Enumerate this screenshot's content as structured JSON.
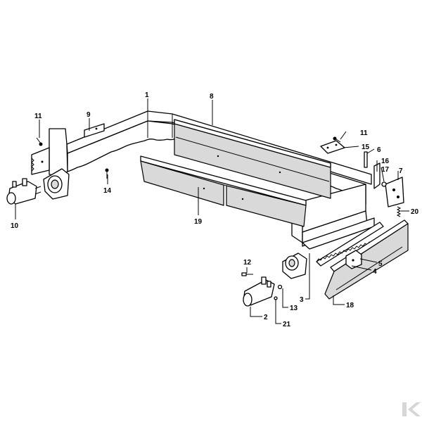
{
  "diagram": {
    "part_numbers": {
      "p1": "1",
      "p2": "2",
      "p3": "3",
      "p4": "4",
      "p5": "5",
      "p6": "6",
      "p7": "7",
      "p8": "8",
      "p9": "9",
      "p10": "10",
      "p11a": "11",
      "p11b": "11",
      "p12": "12",
      "p13": "13",
      "p14": "14",
      "p15": "15",
      "p16": "16",
      "p17": "17",
      "p18": "18",
      "p19": "19",
      "p20": "20",
      "p21": "21"
    },
    "logo": "K"
  },
  "colors": {
    "line": "#000000",
    "background": "#ffffff",
    "shading": "#d9d9d9",
    "logo": "#d6d6d6"
  }
}
